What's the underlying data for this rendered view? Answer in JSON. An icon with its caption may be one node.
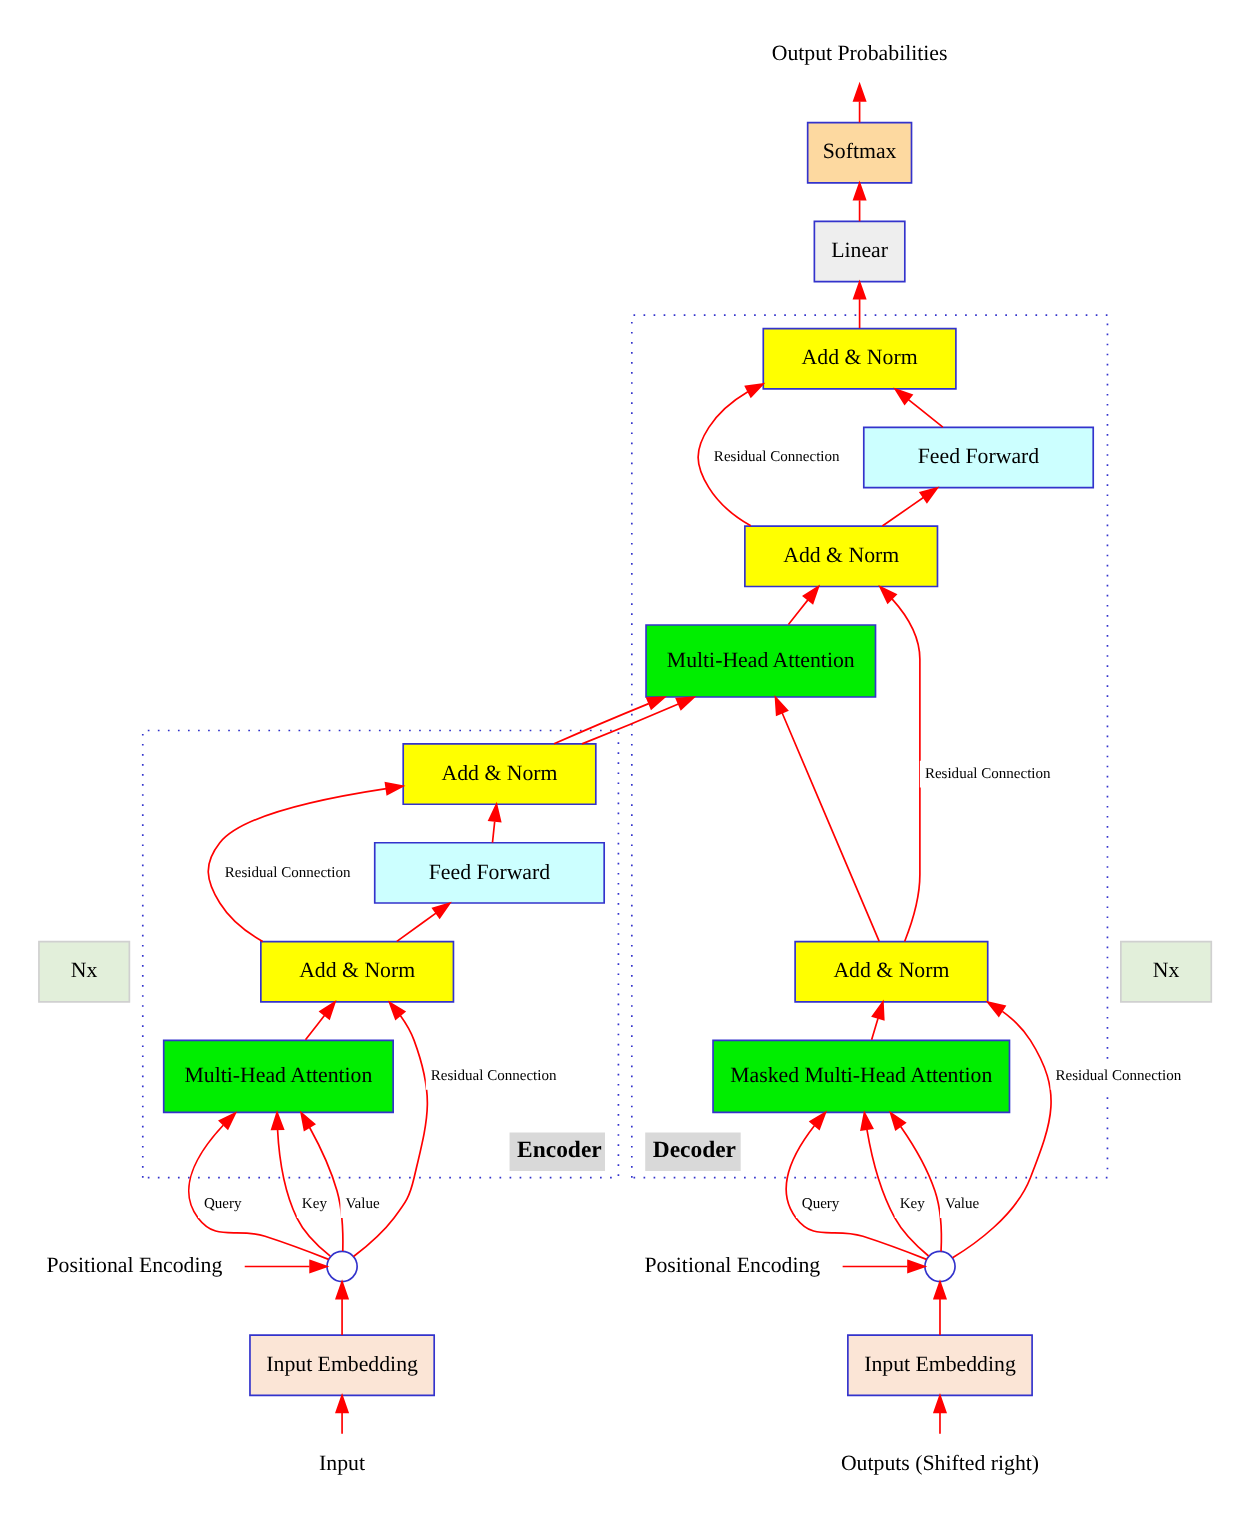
{
  "diagram": {
    "nodes": [
      {
        "text": [
          "Output Probabilities"
        ]
      },
      {
        "text": [
          "Softmax"
        ]
      },
      {
        "text": [
          "Linear"
        ]
      },
      {
        "text": [
          "Decoder"
        ]
      },
      {
        "text": [
          "Add & Norm"
        ],
        "in": 3
      },
      {
        "text": [
          "Feed Forward"
        ],
        "in": 3
      },
      {
        "text": [
          "Add & Norm"
        ],
        "in": 3
      },
      {
        "text": [
          "Multi-Head Attention"
        ],
        "in": 3
      },
      {
        "text": [
          "Add & Norm"
        ],
        "in": 3
      },
      {
        "text": [
          "Masked Multi-Head Attention"
        ],
        "in": 3
      },
      {
        "text": [
          "Encoder"
        ]
      },
      {
        "text": [
          "Add & Norm"
        ],
        "in": 10
      },
      {
        "text": [
          "Feed Forward"
        ],
        "in": 10
      },
      {
        "text": [
          "Add & Norm"
        ],
        "in": 10
      },
      {
        "text": [
          "Multi-Head Attention"
        ],
        "in": 10
      },
      {
        "text": [
          "Nx"
        ]
      },
      {
        "text": [
          "Nx"
        ]
      },
      {
        "text": [
          "Positional Encoding"
        ]
      },
      {
        "text": [],
        "shape": "circle"
      },
      {
        "text": [
          "Input Embedding"
        ]
      },
      {
        "text": [
          "Input"
        ]
      },
      {
        "text": [
          "Positional Encoding"
        ]
      },
      {
        "text": [],
        "shape": "circle"
      },
      {
        "text": [
          "Input Embedding"
        ]
      },
      {
        "text": [
          "Outputs (Shifted right)"
        ]
      }
    ],
    "edges": [
      {
        "from": 20,
        "to": 19,
        "arrow": "to"
      },
      {
        "from": 19,
        "to": 18,
        "arrow": "to"
      },
      {
        "from": 17,
        "to": 18,
        "arrow": "to"
      },
      {
        "from": 18,
        "to": 14,
        "arrow": "to",
        "label": "Query"
      },
      {
        "from": 18,
        "to": 14,
        "arrow": "to",
        "label": "Key"
      },
      {
        "from": 18,
        "to": 14,
        "arrow": "to",
        "label": "Value"
      },
      {
        "from": 18,
        "to": 13,
        "arrow": "to",
        "label": "Residual Connection"
      },
      {
        "from": 14,
        "to": 13,
        "arrow": "to"
      },
      {
        "from": 13,
        "to": 12,
        "arrow": "to"
      },
      {
        "from": 13,
        "to": 11,
        "arrow": "to",
        "label": "Residual Connection"
      },
      {
        "from": 12,
        "to": 11,
        "arrow": "to"
      },
      {
        "from": 11,
        "to": 7,
        "arrow": "to"
      },
      {
        "from": 11,
        "to": 7,
        "arrow": "to"
      },
      {
        "from": 24,
        "to": 23,
        "arrow": "to"
      },
      {
        "from": 23,
        "to": 22,
        "arrow": "to"
      },
      {
        "from": 21,
        "to": 22,
        "arrow": "to"
      },
      {
        "from": 22,
        "to": 9,
        "arrow": "to",
        "label": "Query"
      },
      {
        "from": 22,
        "to": 9,
        "arrow": "to",
        "label": "Key"
      },
      {
        "from": 22,
        "to": 9,
        "arrow": "to",
        "label": "Value"
      },
      {
        "from": 22,
        "to": 8,
        "arrow": "to",
        "label": "Residual Connection"
      },
      {
        "from": 9,
        "to": 8,
        "arrow": "to"
      },
      {
        "from": 8,
        "to": 7,
        "arrow": "to"
      },
      {
        "from": 8,
        "to": 6,
        "arrow": "to",
        "label": "Residual Connection"
      },
      {
        "from": 7,
        "to": 6,
        "arrow": "to"
      },
      {
        "from": 6,
        "to": 5,
        "arrow": "to"
      },
      {
        "from": 6,
        "to": 4,
        "arrow": "to",
        "label": "Residual Connection"
      },
      {
        "from": 5,
        "to": 4,
        "arrow": "to"
      },
      {
        "from": 4,
        "to": 2,
        "arrow": "to"
      },
      {
        "from": 2,
        "to": 1,
        "arrow": "to"
      },
      {
        "from": 1,
        "to": 0,
        "arrow": "to"
      }
    ]
  }
}
